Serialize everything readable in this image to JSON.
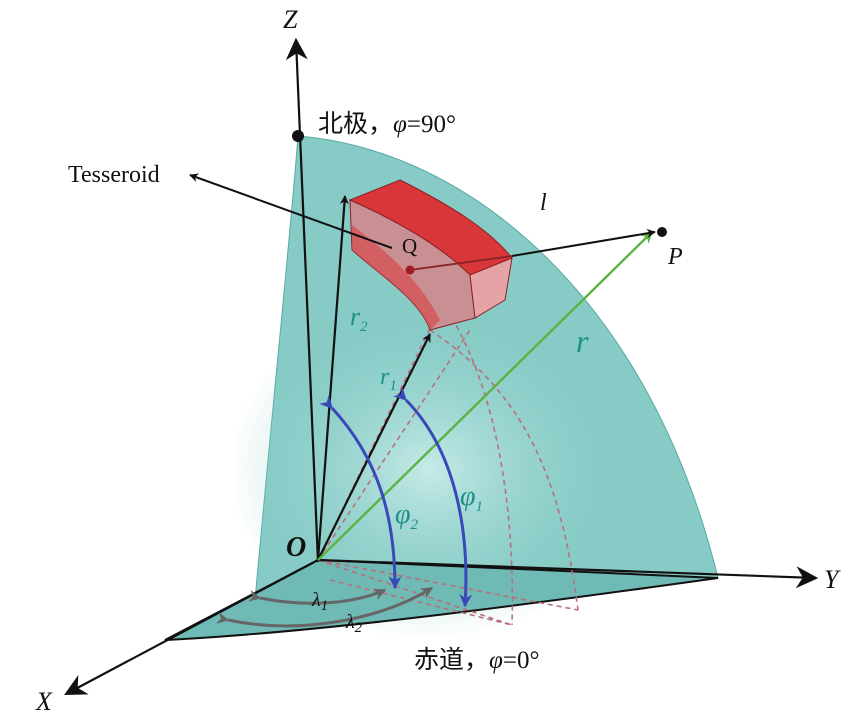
{
  "colors": {
    "sphere_fill": "#86cbc6",
    "sphere_floor": "#6fbab5",
    "tesseroid_top": "#d9363a",
    "tesseroid_side": "#e6a3a6",
    "tesseroid_front": "#c99093",
    "r_vector": "#5cb342",
    "angle_arrows": "#3a49b8",
    "lambda_arrows": "#666666",
    "dashed_lines": "#b8707a",
    "axis": "#111111",
    "label_teal": "#1d8f86"
  },
  "labels": {
    "z_axis": "Z",
    "y_axis": "Y",
    "x_axis": "X",
    "origin": "O",
    "north_pole": "北极，",
    "north_phi": "φ",
    "north_value": "=90°",
    "equator": "赤道，",
    "equator_phi": "φ",
    "equator_value": "=0°",
    "tesseroid": "Tesseroid",
    "point_q": "Q",
    "point_p": "P",
    "distance_l": "l",
    "radius_r": "r",
    "r2_main": "r",
    "r2_sub": "2",
    "r1_main": "r",
    "r1_sub": "1",
    "phi2_main": "φ",
    "phi2_sub": "2",
    "phi1_main": "φ",
    "phi1_sub": "1",
    "lambda1_main": "λ",
    "lambda1_sub": "1",
    "lambda2_main": "λ",
    "lambda2_sub": "2"
  },
  "icons": {
    "north_pole_marker": "dot-icon",
    "point_p_marker": "dot-icon",
    "point_q_marker": "dot-icon"
  }
}
